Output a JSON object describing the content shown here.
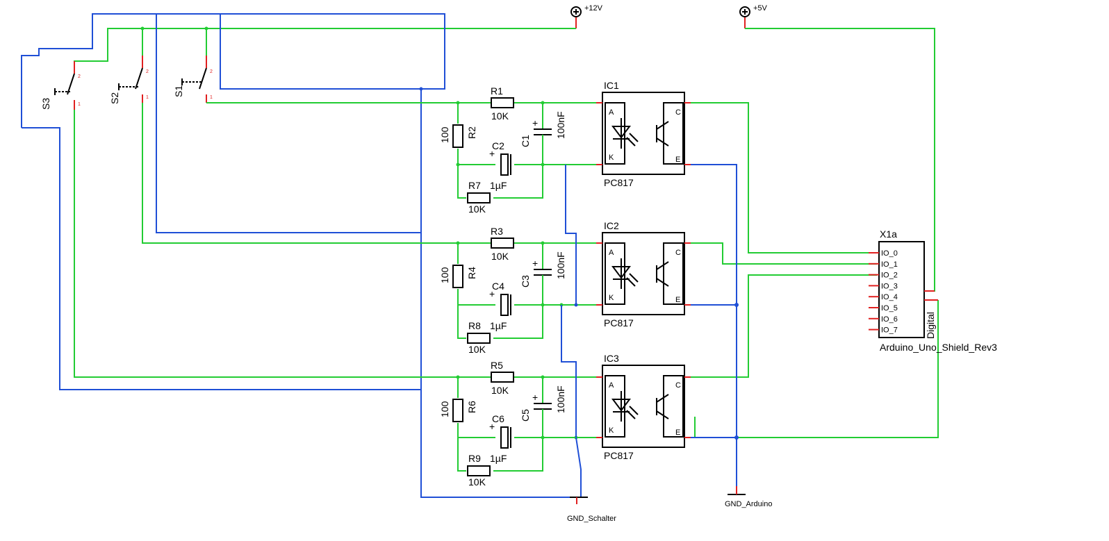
{
  "power": {
    "v12": "+12V",
    "v5": "+5V",
    "gnd_switch": "GND_Schalter",
    "gnd_arduino": "GND_Arduino"
  },
  "switches": [
    {
      "name": "S1"
    },
    {
      "name": "S2"
    },
    {
      "name": "S3"
    }
  ],
  "channels": [
    {
      "r_in": "R1",
      "r_in_val": "10K",
      "r_pd": "R2",
      "r_pd_val": "100",
      "c_pol": "C2",
      "c_pol_val": "1µF",
      "c_np": "C1",
      "c_np_val": "100nF",
      "r_b": "R7",
      "r_b_val": "10K",
      "ic": "IC1",
      "ic_type": "PC817"
    },
    {
      "r_in": "R3",
      "r_in_val": "10K",
      "r_pd": "R4",
      "r_pd_val": "100",
      "c_pol": "C4",
      "c_pol_val": "1µF",
      "c_np": "C3",
      "c_np_val": "100nF",
      "r_b": "R8",
      "r_b_val": "10K",
      "ic": "IC2",
      "ic_type": "PC817"
    },
    {
      "r_in": "R5",
      "r_in_val": "10K",
      "r_pd": "R6",
      "r_pd_val": "100",
      "c_pol": "C6",
      "c_pol_val": "1µF",
      "c_np": "C5",
      "c_np_val": "100nF",
      "r_b": "R9",
      "r_b_val": "10K",
      "ic": "IC3",
      "ic_type": "PC817"
    }
  ],
  "opto_pins": {
    "a": "A",
    "k": "K",
    "c": "C",
    "e": "E"
  },
  "arduino": {
    "ref": "X1a",
    "name": "Arduino_Uno_Shield_Rev3",
    "section": "Digital",
    "pins": [
      "IO_0",
      "IO_1",
      "IO_2",
      "IO_3",
      "IO_4",
      "IO_5",
      "IO_6",
      "IO_7"
    ]
  },
  "colors": {
    "wire_12v": "#22cc33",
    "wire_gnd": "#1f4fd6",
    "pin": "#e02020"
  }
}
